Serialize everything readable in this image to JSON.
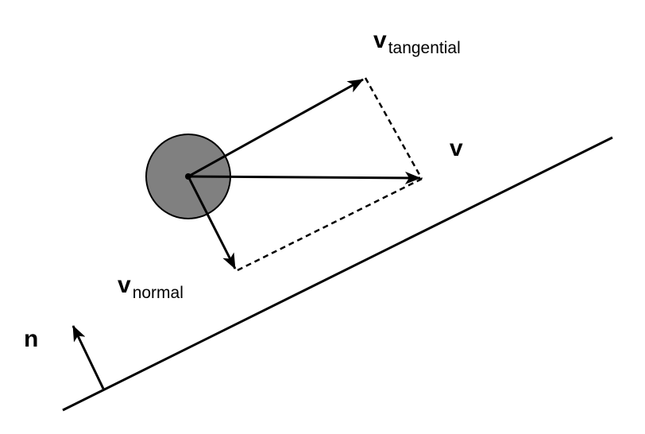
{
  "labels": {
    "v": "v",
    "v_tangential_base": "v",
    "v_tangential_sub": "tangential",
    "v_normal_base": "v",
    "v_normal_sub": "normal",
    "n": "n"
  },
  "colors": {
    "ball_fill": "#808080",
    "stroke": "#000000",
    "background": "#ffffff"
  }
}
